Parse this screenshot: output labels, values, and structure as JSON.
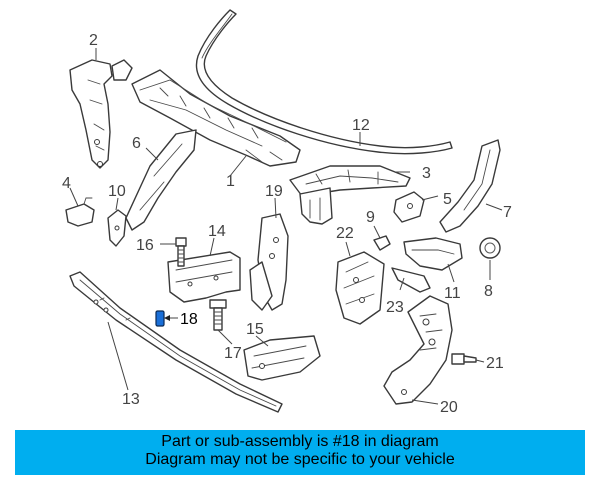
{
  "banner": {
    "line1": "Part or sub-assembly is #18 in diagram",
    "line2": "Diagram may not be specific to your vehicle"
  },
  "callouts": {
    "c1": "1",
    "c2": "2",
    "c3": "3",
    "c4": "4",
    "c5": "5",
    "c6": "6",
    "c7": "7",
    "c8": "8",
    "c9": "9",
    "c10": "10",
    "c11": "11",
    "c12": "12",
    "c13": "13",
    "c14": "14",
    "c15": "15",
    "c16": "16",
    "c17": "17",
    "c18": "18",
    "c19": "19",
    "c20": "20",
    "c21": "21",
    "c22": "22",
    "c23": "23"
  },
  "highlighted_part": "18",
  "colors": {
    "banner": "#00aeef",
    "highlight": "#1a6fd8"
  }
}
